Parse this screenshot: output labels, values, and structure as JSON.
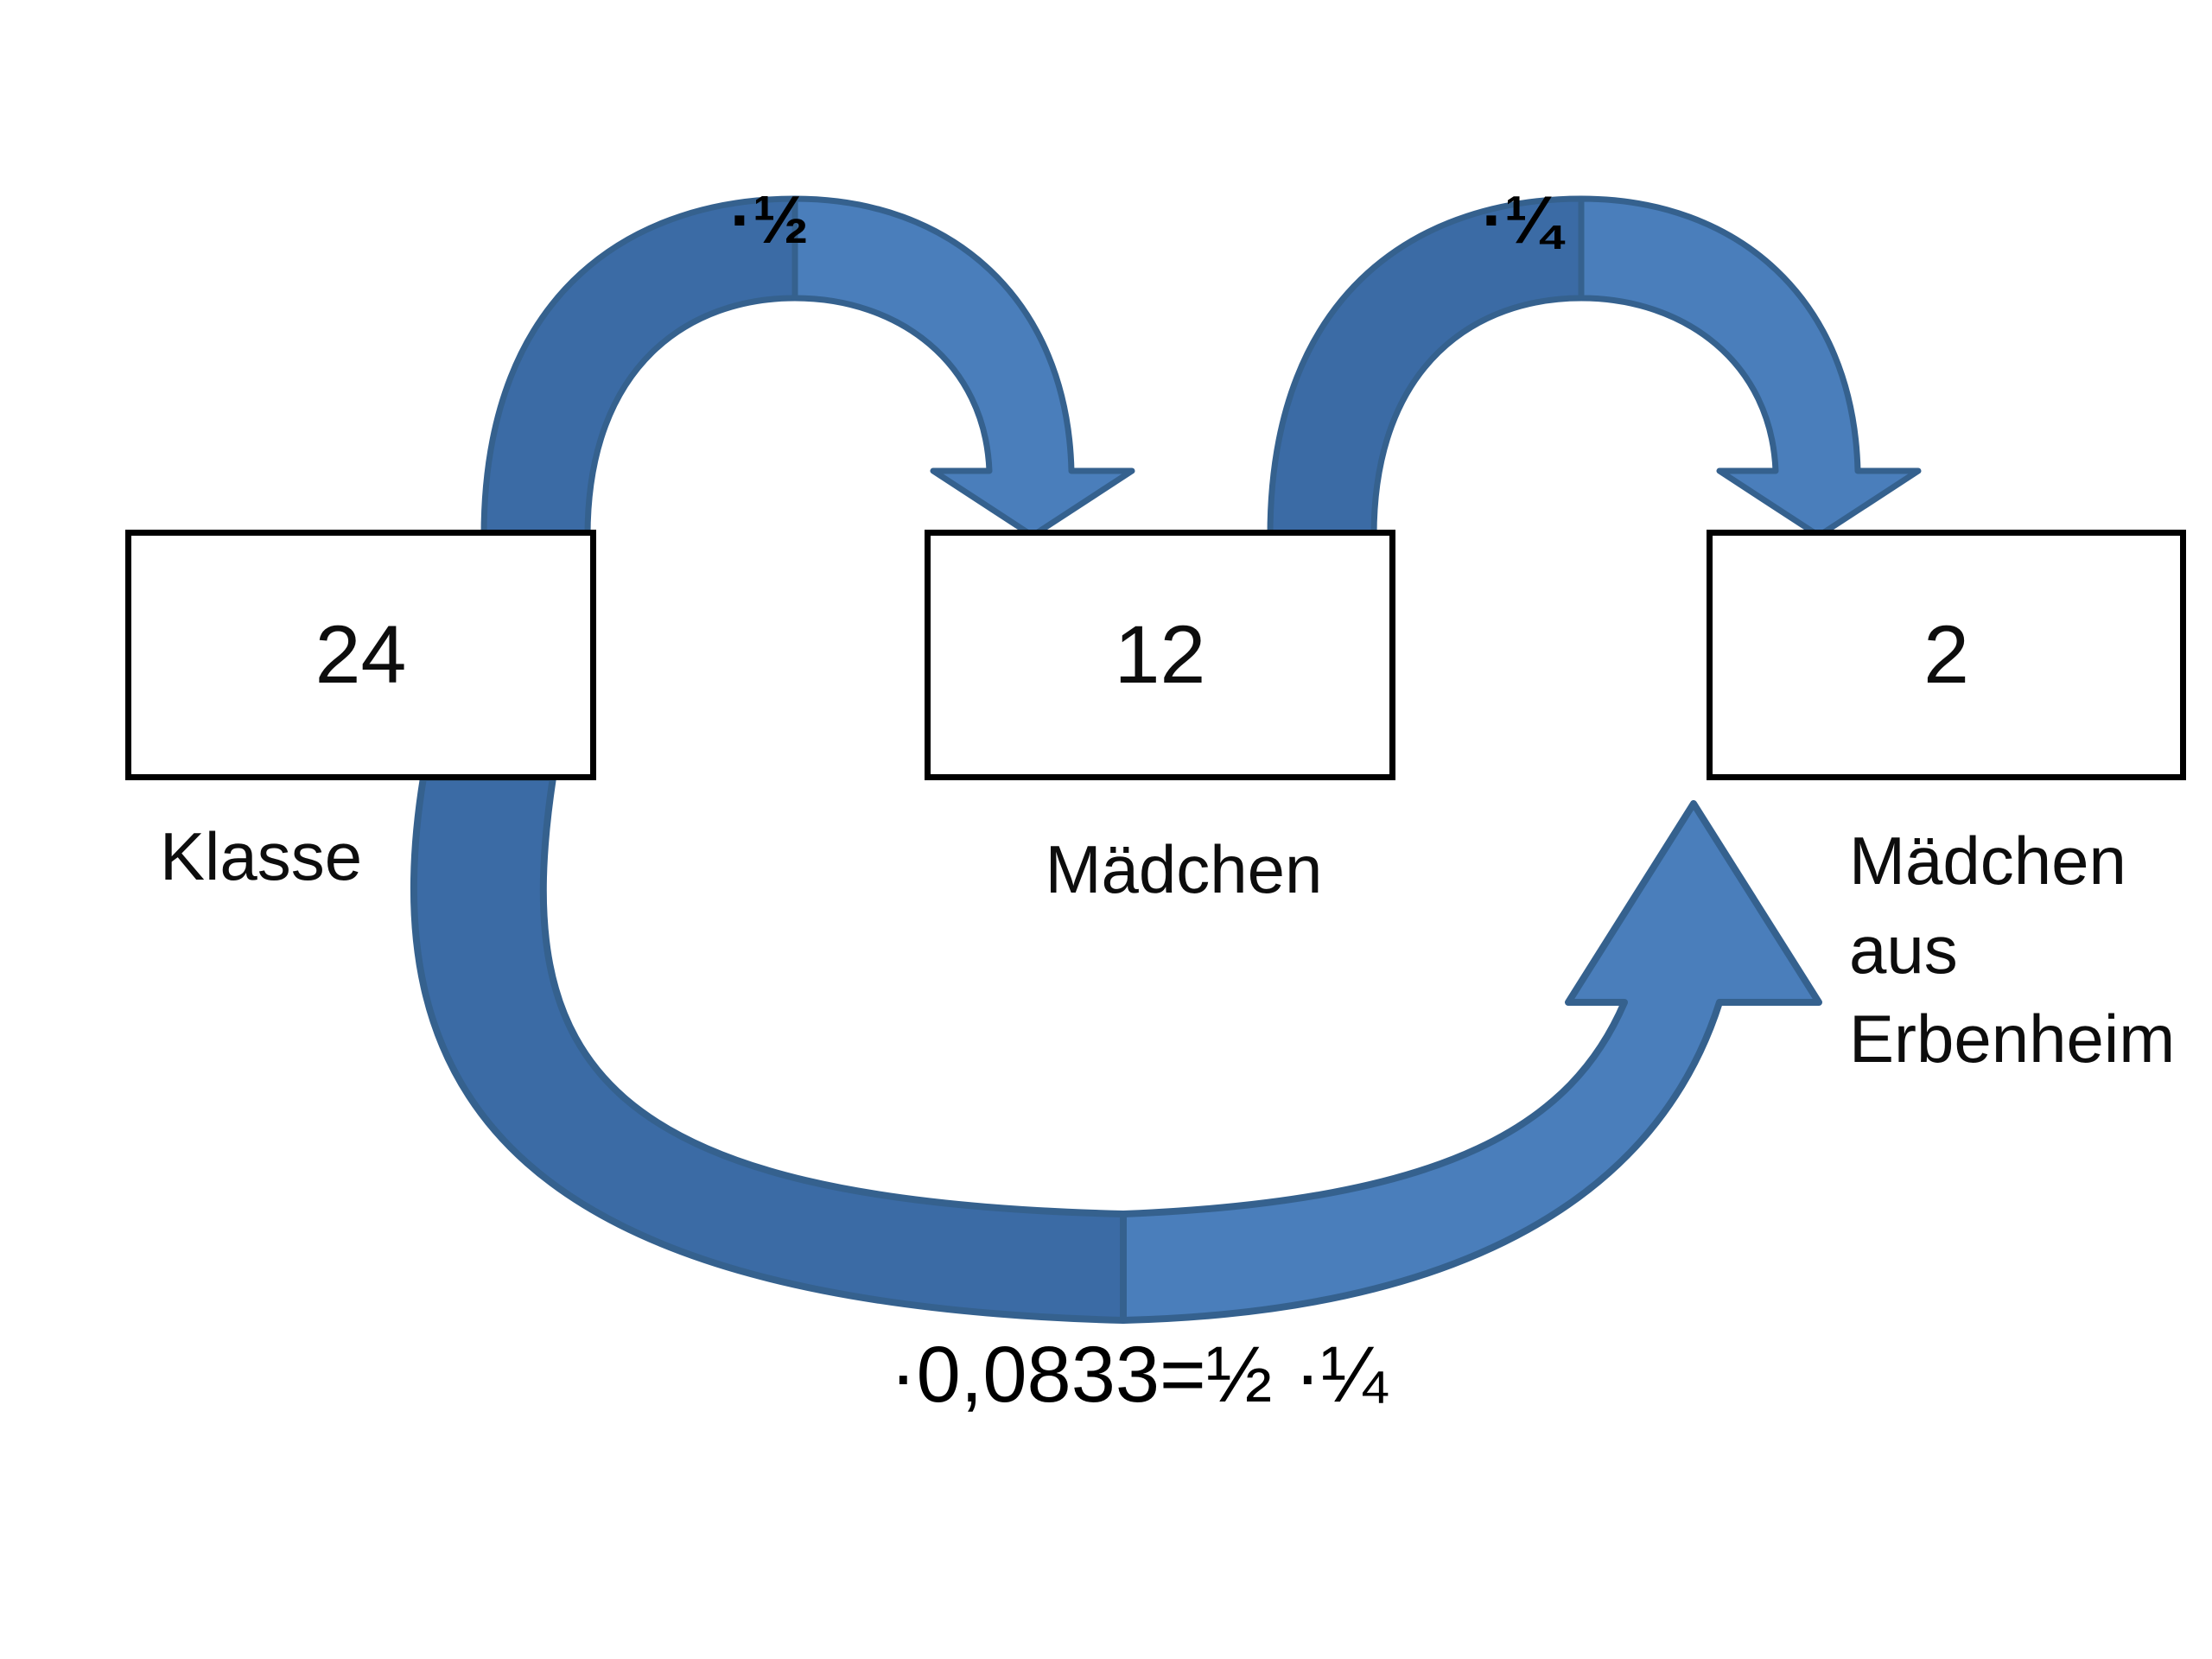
{
  "diagram": {
    "title": "Operatorpfeil-Diagramm Klasse / Maedchen / Maedchen aus Erbenheim",
    "background_color": "#ffffff",
    "arrow_fill_dark": "#3B6BA5",
    "arrow_fill_light": "#4A7EBB",
    "arrow_outline": "#35618E",
    "box_border_color": "#000000",
    "text_color": "#0D0D0D"
  },
  "nodes": [
    {
      "id": "klasse",
      "value": "24",
      "caption": "Klasse"
    },
    {
      "id": "maedchen",
      "value": "12",
      "caption": "Mädchen"
    },
    {
      "id": "maedchen_erbenheim",
      "value": "2",
      "caption": "Mädchen\naus\nErbenheim"
    }
  ],
  "edges": [
    {
      "id": "klasse-to-maedchen",
      "label": "·½",
      "from": "klasse",
      "to": "maedchen",
      "operator_icon": "curved-arrow-down-right-icon"
    },
    {
      "id": "maedchen-to-erbenheim",
      "label": "·¼",
      "from": "maedchen",
      "to": "maedchen_erbenheim",
      "operator_icon": "curved-arrow-down-right-icon"
    },
    {
      "id": "klasse-to-erbenheim",
      "label": "·0,0833=½ ·¼",
      "from": "klasse",
      "to": "maedchen_erbenheim",
      "operator_icon": "curved-arrow-up-right-icon"
    }
  ],
  "chart_data": {
    "type": "diagram",
    "title": "Operatorkette: Klasse → Mädchen → Mädchen aus Erbenheim",
    "categories": [
      "Klasse",
      "Mädchen",
      "Mädchen aus Erbenheim"
    ],
    "values": [
      24,
      12,
      2
    ],
    "operators": [
      "·½",
      "·¼"
    ],
    "combined_operator": "·0,0833=½ ·¼"
  }
}
